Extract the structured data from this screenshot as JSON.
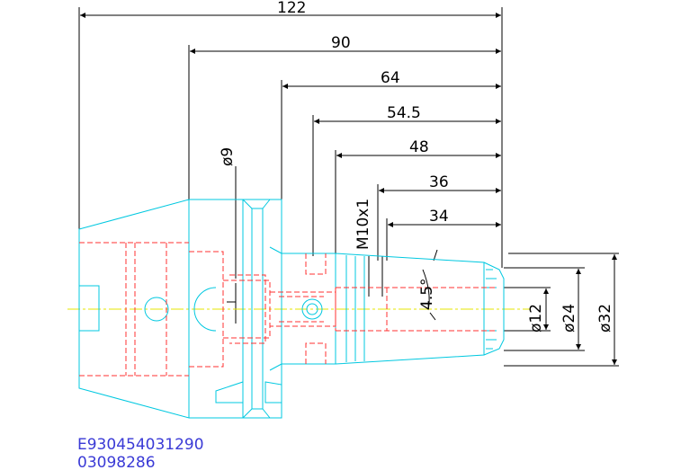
{
  "dimensions": {
    "len_122": "122",
    "len_90": "90",
    "len_64": "64",
    "len_54_5": "54.5",
    "len_48": "48",
    "len_36": "36",
    "len_34": "34",
    "dia_9": "ø9",
    "thread": "M10x1",
    "angle": "4.5°",
    "dia_12": "ø12",
    "dia_24": "ø24",
    "dia_32": "ø32"
  },
  "codes": {
    "part_number": "E930454031290",
    "order_number": "03098286"
  },
  "colors": {
    "outline": "#00c8e0",
    "hidden": "#ff3030",
    "dimension": "#000000",
    "centerline": "#e6e600",
    "code_text": "#3a3ad6"
  }
}
